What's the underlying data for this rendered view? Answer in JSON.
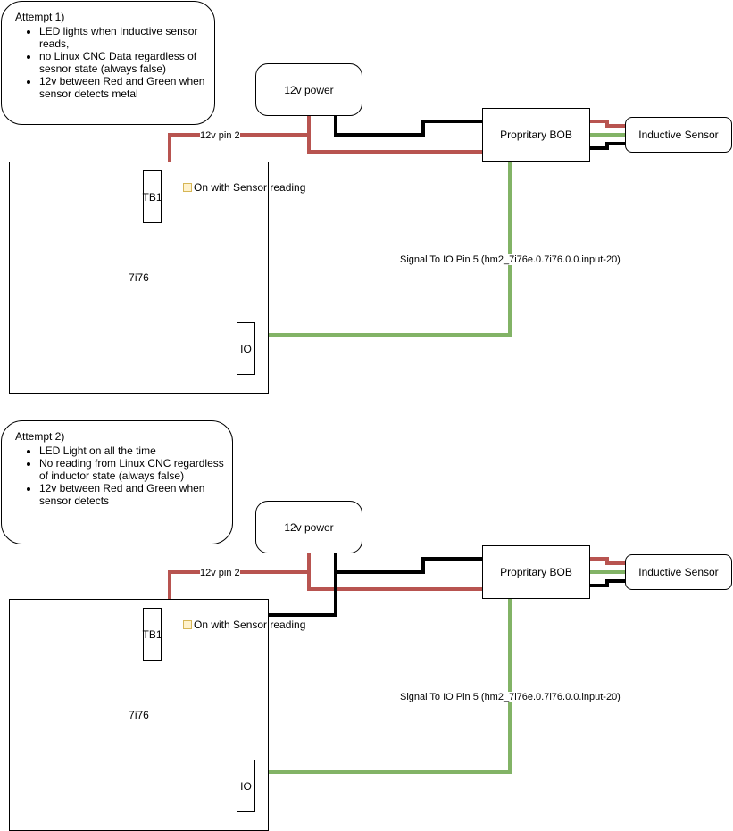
{
  "attempt1": {
    "note": {
      "title": "Attempt 1)",
      "items": [
        "LED lights when Inductive sensor reads,",
        "no Linux CNC Data regardless of sesnor state (always false)",
        "12v between Red and Green when sensor detects metal"
      ]
    },
    "power_label": "12v power",
    "bob_label": "Propritary BOB",
    "sensor_label": "Inductive Sensor",
    "board_label": "7i76",
    "tb1_label": "TB1",
    "io_label": "IO",
    "led_label": "On with Sensor reading",
    "pin_label": "12v pin 2",
    "signal_label": "Signal To IO Pin 5 (hm2_7i76e.0.7i76.0.0.input-20)"
  },
  "attempt2": {
    "note": {
      "title": "Attempt 2)",
      "items": [
        "LED Light on all the time",
        "No reading from Linux CNC regardless of inductor state (always false)",
        "12v between Red and Green when sensor detects"
      ]
    },
    "power_label": "12v power",
    "bob_label": "Propritary BOB",
    "sensor_label": "Inductive Sensor",
    "board_label": "7i76",
    "tb1_label": "TB1",
    "io_label": "IO",
    "led_label": "On with Sensor reading",
    "pin_label": "12v pin 2",
    "signal_label": "Signal To IO Pin 5 (hm2_7i76e.0.7i76.0.0.input-20)"
  },
  "colors": {
    "red_wire": "#b85450",
    "black_wire": "#000000",
    "green_wire": "#82b366",
    "led_fill": "#fff2cc"
  }
}
